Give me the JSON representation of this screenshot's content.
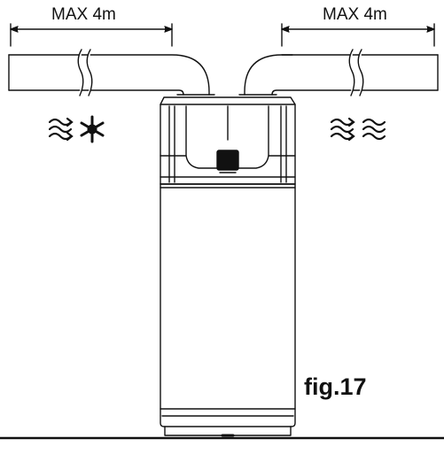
{
  "dimensions": {
    "left_label": "MAX 4m",
    "right_label": "MAX 4m"
  },
  "figure": {
    "label": "fig.17"
  },
  "icons": {
    "left_air_outlet": [
      "air-flow-icon",
      "snowflake-icon"
    ],
    "right_air_inlet": [
      "air-flow-icon",
      "air-flow-icon"
    ]
  },
  "colors": {
    "line": "#111111",
    "background": "#ffffff"
  }
}
